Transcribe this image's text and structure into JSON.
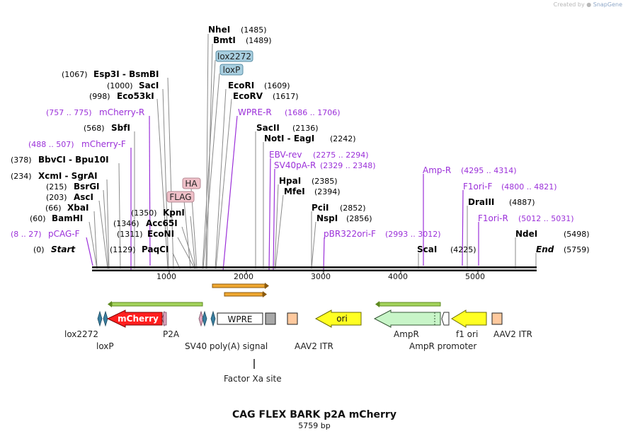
{
  "credit": {
    "prefix": "Created by",
    "brand": "SnapGene"
  },
  "title": "CAG FLEX BARK p2A mCherry",
  "subtitle": "5759 bp",
  "axis_ticks": [
    "1000",
    "2000",
    "3000",
    "4000",
    "5000"
  ],
  "enzymes": [
    {
      "name": "NheI",
      "pos": "(1485)"
    },
    {
      "name": "BmtI",
      "pos": "(1489)"
    },
    {
      "name": "EcoRI",
      "pos": "(1609)"
    },
    {
      "name": "EcoRV",
      "pos": "(1617)"
    },
    {
      "name": "SacII",
      "pos": "(2136)"
    },
    {
      "name": "NotI  - EagI",
      "pos": "(2242)"
    },
    {
      "name": "HpaI",
      "pos": "(2385)"
    },
    {
      "name": "MfeI",
      "pos": "(2394)"
    },
    {
      "name": "PciI",
      "pos": "(2852)"
    },
    {
      "name": "NspI",
      "pos": "(2856)"
    },
    {
      "name": "DraIII",
      "pos": "(4887)"
    },
    {
      "name": "NdeI",
      "pos": "(5498)"
    },
    {
      "name": "ScaI",
      "pos": "(4225)"
    },
    {
      "name": "End",
      "pos": "(5759)"
    },
    {
      "name": "Esp3I  - BsmBI",
      "pos": "(1067)"
    },
    {
      "name": "SacI",
      "pos": "(1000)"
    },
    {
      "name": "Eco53kI",
      "pos": "(998)"
    },
    {
      "name": "SbfI",
      "pos": "(568)"
    },
    {
      "name": "BbvCI  - Bpu10I",
      "pos": "(378)"
    },
    {
      "name": "XcmI  - SgrAI",
      "pos": "(234)"
    },
    {
      "name": "BsrGI",
      "pos": "(215)"
    },
    {
      "name": "AscI",
      "pos": "(203)"
    },
    {
      "name": "XbaI",
      "pos": "(66)"
    },
    {
      "name": "BamHI",
      "pos": "(60)"
    },
    {
      "name": "Start",
      "pos": "(0)"
    },
    {
      "name": "KpnI",
      "pos": "(1350)"
    },
    {
      "name": "Acc65I",
      "pos": "(1346)"
    },
    {
      "name": "EcoNI",
      "pos": "(1311)"
    },
    {
      "name": "PaqCI",
      "pos": "(1129)"
    }
  ],
  "primers": [
    {
      "name": "WPRE-R",
      "range": "(1686 .. 1706)"
    },
    {
      "name": "EBV-rev",
      "range": "(2275 .. 2294)"
    },
    {
      "name": "SV40pA-R",
      "range": "(2329 .. 2348)"
    },
    {
      "name": "pBR322ori-F",
      "range": "(2993 .. 3012)"
    },
    {
      "name": "Amp-R",
      "range": "(4295 .. 4314)"
    },
    {
      "name": "F1ori-F",
      "range": "(4800 .. 4821)"
    },
    {
      "name": "F1ori-R",
      "range": "(5012 .. 5031)"
    },
    {
      "name": "mCherry-R",
      "range": "(757 .. 775)"
    },
    {
      "name": "mCherry-F",
      "range": "(488 .. 507)"
    },
    {
      "name": "pCAG-F",
      "range": "(8 .. 27)"
    }
  ],
  "tags": {
    "lox2272": "lox2272",
    "loxP": "loxP",
    "HA": "HA",
    "FLAG": "FLAG"
  },
  "features": {
    "mCherry": "mCherry",
    "WPRE": "WPRE",
    "ori": "ori",
    "lox2272": "lox2272",
    "loxP": "loxP",
    "P2A": "P2A",
    "SV40": "SV40 poly(A) signal",
    "AAV2_ITR_1": "AAV2 ITR",
    "AmpR": "AmpR",
    "AmpR_promoter": "AmpR promoter",
    "f1_ori": "f1 ori",
    "AAV2_ITR_2": "AAV2 ITR",
    "FactorXa": "Factor Xa site"
  },
  "colors": {
    "primer": "#9b30d9",
    "mCherry": "#ff1f1f",
    "ori": "#ffff22",
    "AmpR": "#c8f5c8",
    "itr": "#ffc99e",
    "tag_blue": "#a8cfe0",
    "tag_pink": "#efc0c8",
    "orf_green": "#a4d45c",
    "orf_orange": "#f0a830"
  }
}
